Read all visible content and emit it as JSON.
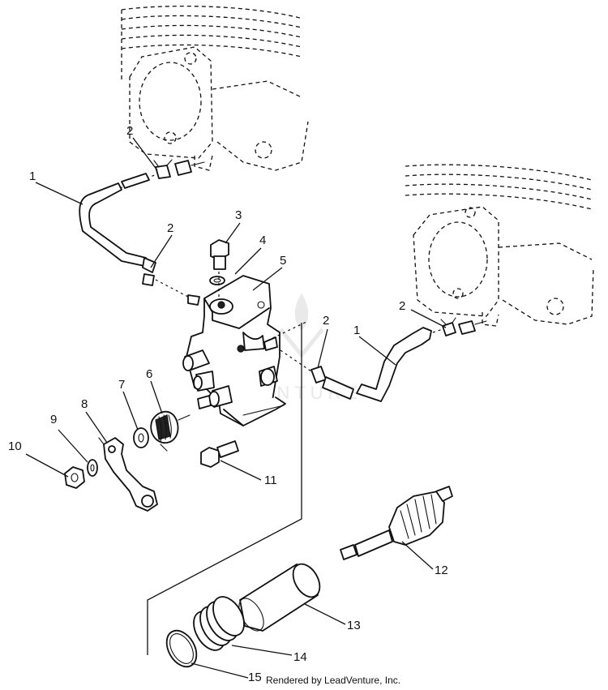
{
  "callouts": [
    {
      "label": "1"
    },
    {
      "label": "2"
    },
    {
      "label": "3"
    },
    {
      "label": "2"
    },
    {
      "label": "4"
    },
    {
      "label": "5"
    },
    {
      "label": "2"
    },
    {
      "label": "1"
    },
    {
      "label": "2"
    },
    {
      "label": "6"
    },
    {
      "label": "7"
    },
    {
      "label": "8"
    },
    {
      "label": "9"
    },
    {
      "label": "10"
    },
    {
      "label": "11"
    },
    {
      "label": "12"
    },
    {
      "label": "13"
    },
    {
      "label": "14"
    },
    {
      "label": "15"
    }
  ],
  "credit": "Rendered by LeadVenture, Inc.",
  "watermark_logo_text": "LEADVENTURE"
}
